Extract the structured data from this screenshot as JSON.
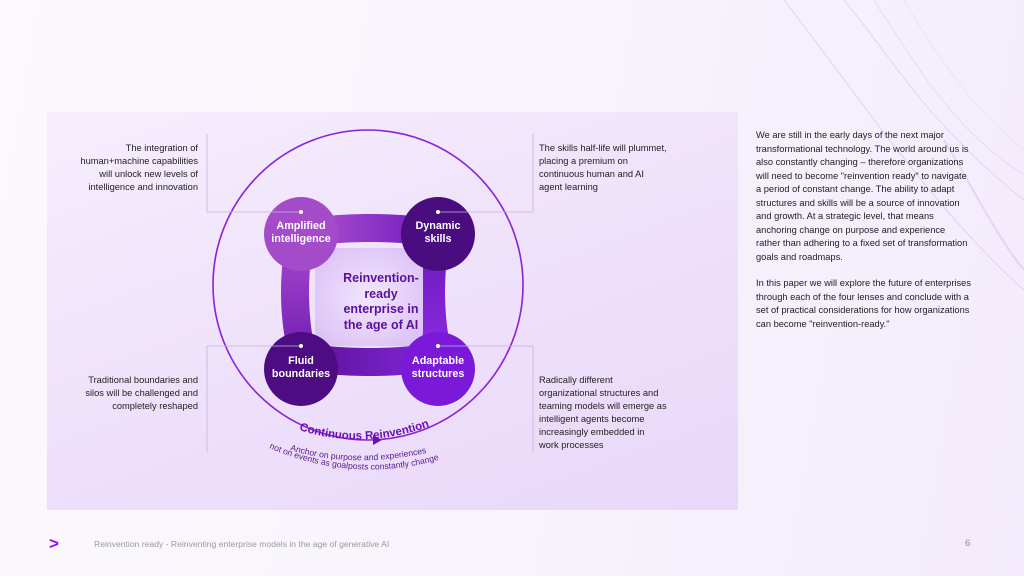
{
  "diagram": {
    "center_title": "Reinvention-\nready\nenterprise in\nthe age of AI",
    "lobes": [
      {
        "label": "Amplified\nintelligence",
        "color": "#a44bc9"
      },
      {
        "label": "Dynamic\nskills",
        "color": "#4a0d80"
      },
      {
        "label": "Fluid\nboundaries",
        "color": "#4d0c82"
      },
      {
        "label": "Adaptable\nstructures",
        "color": "#7a1ad8"
      }
    ],
    "arc_title": "Continuous Reinvention",
    "arc_line1": "Anchor on purpose and experiences",
    "arc_line2": "not on events as goalposts constantly change",
    "callouts": [
      {
        "text": "The integration of\nhuman+machine capabilities\nwill unlock new levels of\nintelligence and innovation"
      },
      {
        "text": "The skills half-life will plummet,\nplacing a premium on\ncontinuous human and AI\nagent learning"
      },
      {
        "text": "Traditional boundaries and\nsilos will be challenged and\ncompletely reshaped"
      },
      {
        "text": "Radically different\norganizational structures and\nteaming models will emerge as\nintelligent agents become\nincreasingly embedded in\nwork processes"
      }
    ]
  },
  "body": {
    "paragraph1": "We are still in the early days of the next major transformational technology. The world around us is also constantly changing – therefore organizations will need to become \"reinvention ready\" to navigate a period of constant change. The ability to adapt structures and skills will be a source of innovation and growth. At a strategic level, that means anchoring change on purpose and experience rather than adhering to a fixed set of transformation goals and roadmaps.",
    "paragraph2": "In this paper we will explore the future of enterprises through each of the four lenses and conclude with a set of practical considerations for how organizations can become \"reinvention-ready.\""
  },
  "footer": {
    "logo": ">",
    "text": "Reinvention ready - Reinventing enterprise models in the age of generative AI",
    "page_number": "6"
  },
  "colors": {
    "accent": "#a100ff",
    "circle": "#8a22d6",
    "center_title": "#5a0fa0",
    "arc_text": "#6a10b8"
  }
}
